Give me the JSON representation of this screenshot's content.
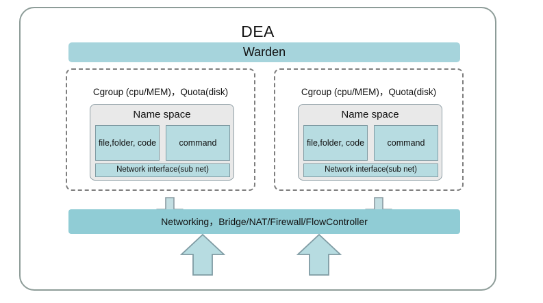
{
  "diagram": {
    "title": "DEA",
    "warden": {
      "label": "Warden"
    },
    "networking": {
      "label": "Networking，Bridge/NAT/Firewall/FlowController"
    },
    "containers": [
      {
        "cgroup_label": "Cgroup (cpu/MEM)，Quota(disk)",
        "namespace_title": "Name space",
        "files_label": "file,folder, code",
        "command_label": "command",
        "network_interface_label": "Network interface(sub net)"
      },
      {
        "cgroup_label": "Cgroup (cpu/MEM)，Quota(disk)",
        "namespace_title": "Name space",
        "files_label": "file,folder, code",
        "command_label": "command",
        "network_interface_label": "Network interface(sub net)"
      }
    ],
    "arrows": [
      {
        "name": "down-arrow-left",
        "direction": "down"
      },
      {
        "name": "down-arrow-right",
        "direction": "down"
      },
      {
        "name": "up-arrow-left",
        "direction": "up"
      },
      {
        "name": "up-arrow-right",
        "direction": "up"
      }
    ],
    "colors": {
      "frame_border": "#8d9c98",
      "warden_fill": "#a6d4dc",
      "networking_fill": "#90ccd5",
      "teal_fill": "#b7dce1",
      "teal_border": "#7f9ba3",
      "namespace_fill": "#e9e9e9",
      "dashed_border": "#7d7d7d",
      "arrow_fill": "#b7dce1",
      "arrow_border": "#7f9ba3",
      "text": "#111111"
    }
  }
}
